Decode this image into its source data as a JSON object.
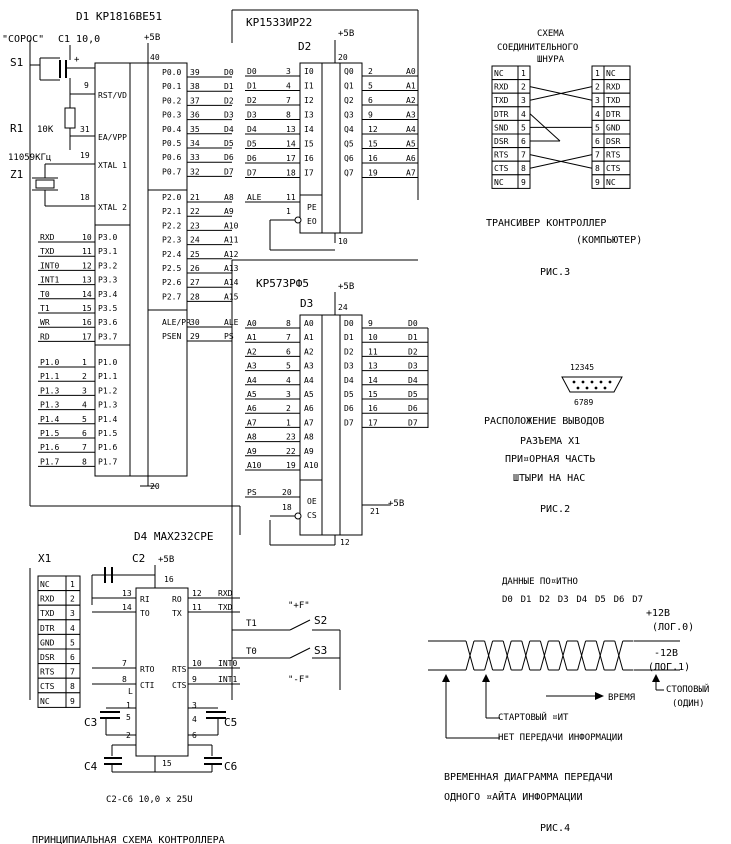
{
  "d1": {
    "title": "D1  KP1816BE51",
    "vcc": "+5B",
    "vcc_pin": "40",
    "gnd_pin": "20",
    "left_pins": [
      {
        "num": "9",
        "label": "RST/VD"
      },
      {
        "num": "31",
        "label": "EA/VPP"
      },
      {
        "num": "19",
        "label": "XTAL 1"
      },
      {
        "num": "18",
        "label": "XTAL 2"
      }
    ],
    "p3_pins": [
      {
        "num": "10",
        "net": "RXD",
        "label": "P3.0"
      },
      {
        "num": "11",
        "net": "TXD",
        "label": "P3.1"
      },
      {
        "num": "12",
        "net": "INT0",
        "label": "P3.2"
      },
      {
        "num": "13",
        "net": "INT1",
        "label": "P3.3"
      },
      {
        "num": "14",
        "net": "T0",
        "label": "P3.4"
      },
      {
        "num": "15",
        "net": "T1",
        "label": "P3.5"
      },
      {
        "num": "16",
        "net": "WR",
        "label": "P3.6"
      },
      {
        "num": "17",
        "net": "RD",
        "label": "P3.7"
      }
    ],
    "p1_pins": [
      {
        "num": "1",
        "net": "P1.0",
        "label": "P1.0"
      },
      {
        "num": "2",
        "net": "P1.1",
        "label": "P1.1"
      },
      {
        "num": "3",
        "net": "P1.3",
        "label": "P1.2"
      },
      {
        "num": "4",
        "net": "P1.3",
        "label": "P1.3"
      },
      {
        "num": "5",
        "net": "P1.4",
        "label": "P1.4"
      },
      {
        "num": "6",
        "net": "P1.5",
        "label": "P1.5"
      },
      {
        "num": "7",
        "net": "P1.6",
        "label": "P1.б"
      },
      {
        "num": "8",
        "net": "P1.7",
        "label": "P1.7"
      }
    ],
    "p0_pins": [
      {
        "num": "39",
        "net": "D0",
        "label": "P0.0"
      },
      {
        "num": "38",
        "net": "D1",
        "label": "P0.1"
      },
      {
        "num": "37",
        "net": "D2",
        "label": "P0.2"
      },
      {
        "num": "36",
        "net": "D3",
        "label": "P0.3"
      },
      {
        "num": "35",
        "net": "D4",
        "label": "P0.4"
      },
      {
        "num": "34",
        "net": "D5",
        "label": "P0.5"
      },
      {
        "num": "33",
        "net": "D6",
        "label": "P0.6"
      },
      {
        "num": "32",
        "net": "D7",
        "label": "P0.7"
      }
    ],
    "p2_pins": [
      {
        "num": "21",
        "net": "A8",
        "label": "P2.0"
      },
      {
        "num": "22",
        "net": "A9",
        "label": "P2.1"
      },
      {
        "num": "23",
        "net": "A10",
        "label": "P2.2"
      },
      {
        "num": "24",
        "net": "A11",
        "label": "P2.3"
      },
      {
        "num": "25",
        "net": "A12",
        "label": "P2.4"
      },
      {
        "num": "26",
        "net": "A13",
        "label": "P2.5"
      },
      {
        "num": "27",
        "net": "A14",
        "label": "P2.6"
      },
      {
        "num": "28",
        "net": "A15",
        "label": "P2.7"
      }
    ],
    "ale_pins": [
      {
        "num": "30",
        "net": "ALE",
        "label": "ALE/PR"
      },
      {
        "num": "29",
        "net": "PS",
        "label": "PSEN"
      }
    ]
  },
  "reset": {
    "label": "\"СОРОС\"",
    "c1": "C1  10,0",
    "s1": "S1",
    "r1": "R1",
    "r1_val": "10K",
    "z1": "Z1",
    "freq": "11059КГц"
  },
  "d2": {
    "title": "KP1533ИP22",
    "name": "D2",
    "vcc": "+5B",
    "vcc_pin": "20",
    "gnd_pin": "10",
    "inputs": [
      {
        "net": "D0",
        "num": "3",
        "label": "I0"
      },
      {
        "net": "D1",
        "num": "4",
        "label": "I1"
      },
      {
        "net": "D2",
        "num": "7",
        "label": "I2"
      },
      {
        "net": "D3",
        "num": "8",
        "label": "I3"
      },
      {
        "net": "D4",
        "num": "13",
        "label": "I4"
      },
      {
        "net": "D5",
        "num": "14",
        "label": "I5"
      },
      {
        "net": "D6",
        "num": "17",
        "label": "I6"
      },
      {
        "net": "D7",
        "num": "18",
        "label": "I7"
      }
    ],
    "outputs": [
      {
        "num": "2",
        "label": "Q0",
        "net": "A0"
      },
      {
        "num": "5",
        "label": "Q1",
        "net": "A1"
      },
      {
        "num": "6",
        "label": "Q2",
        "net": "A2"
      },
      {
        "num": "9",
        "label": "Q3",
        "net": "A3"
      },
      {
        "num": "12",
        "label": "Q4",
        "net": "A4"
      },
      {
        "num": "15",
        "label": "Q5",
        "net": "A5"
      },
      {
        "num": "16",
        "label": "Q6",
        "net": "A6"
      },
      {
        "num": "19",
        "label": "Q7",
        "net": "A7"
      }
    ],
    "ale": {
      "net": "ALE",
      "num": "11",
      "label": "PE"
    },
    "oe": {
      "num": "1",
      "label": "EO"
    }
  },
  "d3": {
    "title": "KP573PФ5",
    "name": "D3",
    "vcc": "+5B",
    "vcc_pin": "24",
    "gnd_pin": "12",
    "inputs": [
      {
        "net": "A0",
        "num": "8",
        "label": "A0"
      },
      {
        "net": "A1",
        "num": "7",
        "label": "A1"
      },
      {
        "net": "A2",
        "num": "6",
        "label": "A2"
      },
      {
        "net": "A3",
        "num": "5",
        "label": "A3"
      },
      {
        "net": "A4",
        "num": "4",
        "label": "A4"
      },
      {
        "net": "A5",
        "num": "3",
        "label": "A5"
      },
      {
        "net": "A6",
        "num": "2",
        "label": "A6"
      },
      {
        "net": "A7",
        "num": "1",
        "label": "A7"
      },
      {
        "net": "A8",
        "num": "23",
        "label": "A8"
      },
      {
        "net": "A9",
        "num": "22",
        "label": "A9"
      },
      {
        "net": "A10",
        "num": "19",
        "label": "A10"
      }
    ],
    "outputs": [
      {
        "num": "9",
        "label": "D0",
        "net": "D0"
      },
      {
        "num": "10",
        "label": "D1",
        "net": "D1"
      },
      {
        "num": "11",
        "label": "D2",
        "net": "D2"
      },
      {
        "num": "13",
        "label": "D3",
        "net": "D3"
      },
      {
        "num": "14",
        "label": "D4",
        "net": "D4"
      },
      {
        "num": "15",
        "label": "D5",
        "net": "D5"
      },
      {
        "num": "16",
        "label": "D6",
        "net": "D6"
      },
      {
        "num": "17",
        "label": "D7",
        "net": "D7"
      }
    ],
    "ps": {
      "net": "PS",
      "num": "20",
      "label": "OE"
    },
    "cs": {
      "num": "18",
      "label": "CS"
    },
    "out_pin": "21",
    "out_vcc": "+5B"
  },
  "d4": {
    "title": "D4  MAX232CPE",
    "c2": "C2",
    "vcc": "+5B",
    "vcc_pin": "16",
    "gnd_pin": "15",
    "left": [
      {
        "num": "13",
        "label": "RI"
      },
      {
        "num": "14",
        "label": "TO"
      },
      {
        "num": "7",
        "label": "RTO"
      },
      {
        "num": "8",
        "label": "CTI"
      }
    ],
    "right": [
      {
        "num": "12",
        "label": "RO",
        "net": "RXD"
      },
      {
        "num": "11",
        "label": "TX",
        "net": "TXD"
      },
      {
        "num": "10",
        "label": "RTS",
        "net": "INT0"
      },
      {
        "num": "9",
        "label": "CTS",
        "net": "INT1"
      }
    ],
    "extra_pins": [
      "5",
      "3",
      "4",
      "2",
      "6",
      "1"
    ],
    "l_mark": "L",
    "caps": [
      "C3",
      "C4",
      "C5",
      "C6"
    ],
    "caps_note": "C2-C6  10,0 x 25U"
  },
  "x1": {
    "name": "X1",
    "rows": [
      {
        "label": "NC",
        "num": "1"
      },
      {
        "label": "RXD",
        "num": "2"
      },
      {
        "label": "TXD",
        "num": "3"
      },
      {
        "label": "DTR",
        "num": "4"
      },
      {
        "label": "GND",
        "num": "5"
      },
      {
        "label": "DSR",
        "num": "6"
      },
      {
        "label": "RTS",
        "num": "7"
      },
      {
        "label": "CTS",
        "num": "8"
      },
      {
        "label": "NC",
        "num": "9"
      }
    ]
  },
  "switches": {
    "s2": "S2",
    "s3": "S3",
    "plus": "\"+F\"",
    "minus": "\"-F\"",
    "t1": "T1",
    "t0": "T0"
  },
  "cable": {
    "title_lines": [
      "СХЕМА",
      "СОЕДИНИТЕЛЬНОГО",
      "ШНУРА"
    ],
    "left": [
      {
        "label": "NC",
        "num": "1"
      },
      {
        "label": "RXD",
        "num": "2"
      },
      {
        "label": "TXD",
        "num": "3"
      },
      {
        "label": "DTR",
        "num": "4"
      },
      {
        "label": "SND",
        "num": "5"
      },
      {
        "label": "DSR",
        "num": "6"
      },
      {
        "label": "RTS",
        "num": "7"
      },
      {
        "label": "CTS",
        "num": "8"
      },
      {
        "label": "NC",
        "num": "9"
      }
    ],
    "right": [
      {
        "label": "NC",
        "num": "1"
      },
      {
        "label": "RXD",
        "num": "2"
      },
      {
        "label": "TXD",
        "num": "3"
      },
      {
        "label": "DTR",
        "num": "4"
      },
      {
        "label": "GND",
        "num": "5"
      },
      {
        "label": "DSR",
        "num": "6"
      },
      {
        "label": "RTS",
        "num": "7"
      },
      {
        "label": "CTS",
        "num": "8"
      },
      {
        "label": "NC",
        "num": "9"
      }
    ],
    "caption": "ТРАНСИВЕР  КОНТРОЛЛЕР",
    "caption2": "(КОМПЬЮТЕР)",
    "fig": "РИС.3"
  },
  "connector": {
    "top_nums": "12345",
    "bottom_nums": "6789",
    "lines": [
      "РАСПОЛОЖЕНИЕ ВЫВОДОВ",
      "РАЗЪЕМА X1",
      "ПРИ¤ОРНАЯ ЧАСТЬ",
      "ШТЫРИ НА НАС"
    ],
    "fig": "РИС.2"
  },
  "timing": {
    "header": "ДАННЫЕ ПО¤ИТНО",
    "bits": [
      "D0",
      "D1",
      "D2",
      "D3",
      "D4",
      "D5",
      "D6",
      "D7"
    ],
    "high": "+12B",
    "high_note": "(ЛОГ.0)",
    "low": "-12B",
    "low_note": "(ЛОГ.1)",
    "time": "ВРЕМЯ",
    "stop": "СТОПОВЫЙ",
    "stop_note": "(ОДИН)",
    "start": "СТАРТОВЫЙ ¤ИТ",
    "idle": "НЕТ ПЕРЕДАЧИ ИНФОРМАЦИИ",
    "caption1": "ВРЕМЕННАЯ ДИАГРАММА ПЕРЕДАЧИ",
    "caption2": "ОДНОГО ¤АЙТА ИНФОРМАЦИИ",
    "fig": "РИС.4"
  },
  "footer": "ПРИНЦИПИАЛЬНАЯ СХЕМА КОНТРОЛЛЕРА"
}
